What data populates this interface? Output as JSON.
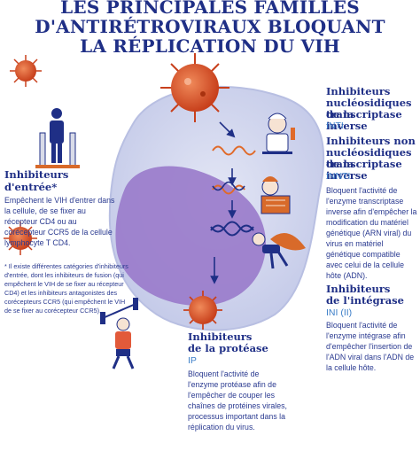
{
  "title": {
    "line1": "LES PRINCIPALES FAMILLES",
    "line2": "D'ANTIRÉTROVIRAUX BLOQUANT",
    "line3": "LA RÉPLICATION DU VIH"
  },
  "entry": {
    "heading1": "Inhibiteurs",
    "heading2": "d'entrée*",
    "body": "Empêchent le VIH d'entrer dans la cellule, de se fixer au récepteur CD4 ou au corécepteur CCR5 de la cellule lymphocyte T CD4.",
    "note": "* Il existe différentes catégories d'inhibiteurs d'entrée, dont les inhibiteurs de fusion (qui empêchent le VIH de se fixer au récepteur CD4) et les inhibiteurs antagonistes des corécepteurs CCR5 (qui empêchent le VIH de se fixer au corécepteur CCR5)."
  },
  "inti": {
    "heading1": "Inhibiteurs",
    "heading2": "nucléosidiques de la",
    "heading3": "transcriptase inverse",
    "abbr": "INTI"
  },
  "innti": {
    "heading1": "Inhibiteurs non",
    "heading2": "nucléosidiques de la",
    "heading3": "transcriptase inverse",
    "abbr": "INNTI",
    "body": "Bloquent l'activité de l'enzyme transcriptase inverse afin d'empêcher la modification du matériel génétique (ARN viral) du virus en matériel génétique compatible avec celui de la cellule hôte (ADN)."
  },
  "ini": {
    "heading1": "Inhibiteurs",
    "heading2": "de l'intégrase",
    "abbr": "INI (II)",
    "body": "Bloquent l'activité de l'enzyme intégrase afin d'empêcher l'insertion de l'ADN viral dans l'ADN de la cellule hôte."
  },
  "ip": {
    "heading1": "Inhibiteurs",
    "heading2": "de la protéase",
    "abbr": "IP",
    "body": "Bloquent l'activité de l'enzyme protéase afin de l'empêcher de couper les chaînes de protéines virales, processus important dans la réplication du virus."
  },
  "colors": {
    "navy": "#1f2f86",
    "blue_text": "#3a7dc8",
    "virus": "#d9542a",
    "cell": "#cfd4ee",
    "nucleus": "#9a7ccb"
  },
  "icons": [
    "virus-icon",
    "scientist-icon",
    "builder-icon",
    "superhero-icon",
    "weightlifter-icon",
    "guard-icon",
    "arrow-icon"
  ]
}
